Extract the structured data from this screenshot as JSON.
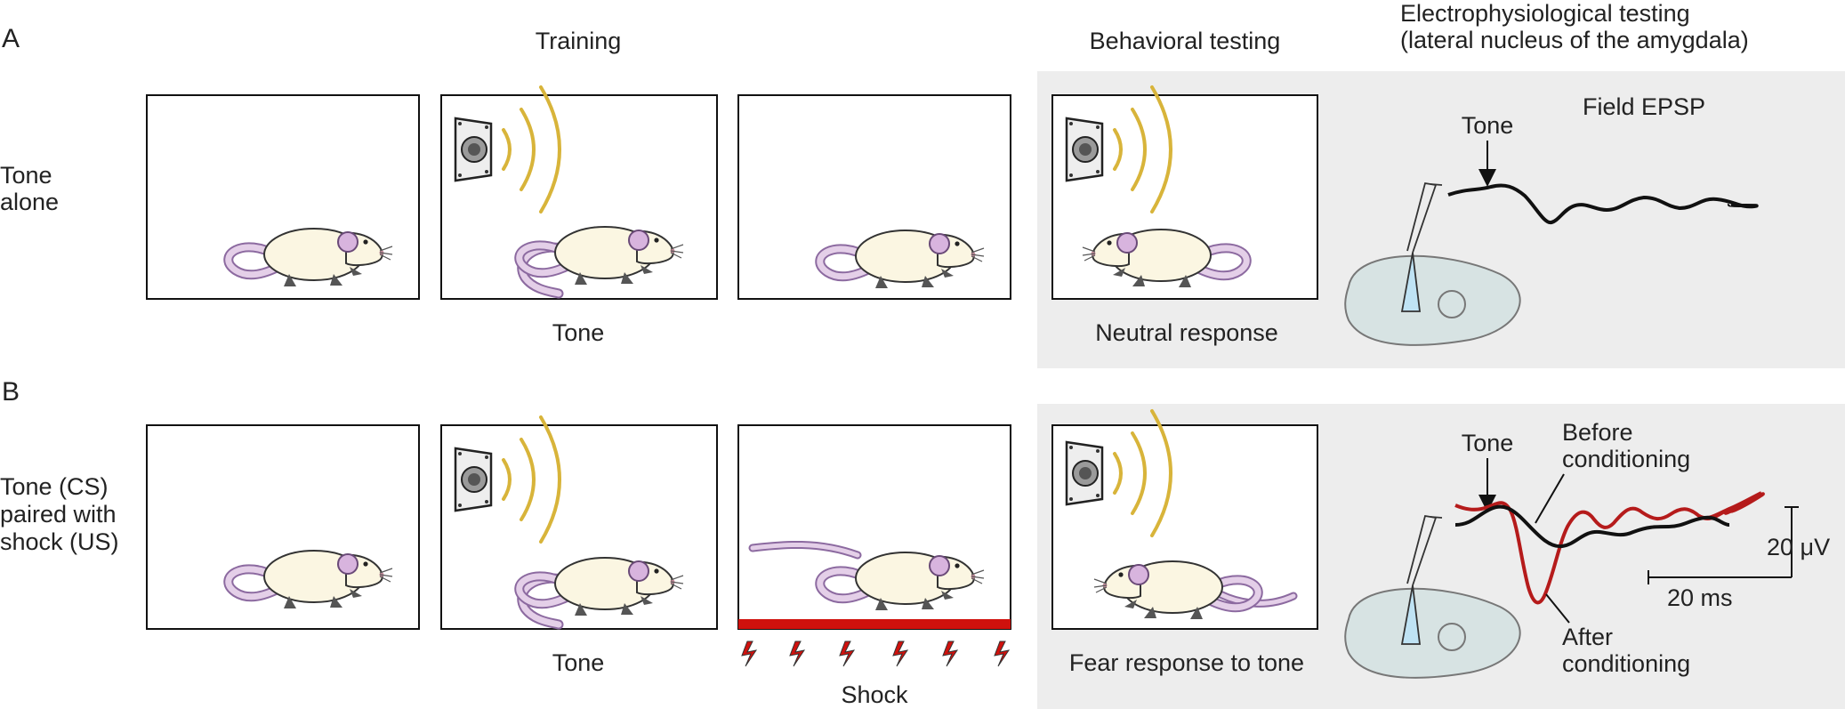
{
  "panels": {
    "a": "A",
    "b": "B"
  },
  "headers": {
    "training": "Training",
    "behavioral": "Behavioral testing",
    "ephys_line1": "Electrophysiological testing",
    "ephys_line2": "(lateral nucleus of the amygdala)"
  },
  "row_a": {
    "condition_lines": [
      "Tone",
      "alone"
    ],
    "box2_caption": "Tone",
    "behavior_caption": "Neutral response",
    "trace_title": "Field EPSP",
    "tone_marker": "Tone"
  },
  "row_b": {
    "condition_lines": [
      "Tone (CS)",
      "paired with",
      "shock (US)"
    ],
    "box2_caption": "Tone",
    "box3_caption": "Shock",
    "behavior_caption": "Fear response to tone",
    "tone_marker": "Tone",
    "before_lines": [
      "Before",
      "conditioning"
    ],
    "after_lines": [
      "After",
      "conditioning"
    ],
    "scale_y": "20 μV",
    "scale_x": "20 ms"
  },
  "colors": {
    "shaded_panel": "#ededed",
    "trace_before": "#111111",
    "trace_after": "#b51b1b",
    "shock_floor": "#d0110d",
    "sound_waves": "#d8b43a",
    "pipette_fill": "#bfe3f4",
    "cell_fill": "#d7e3e3"
  }
}
